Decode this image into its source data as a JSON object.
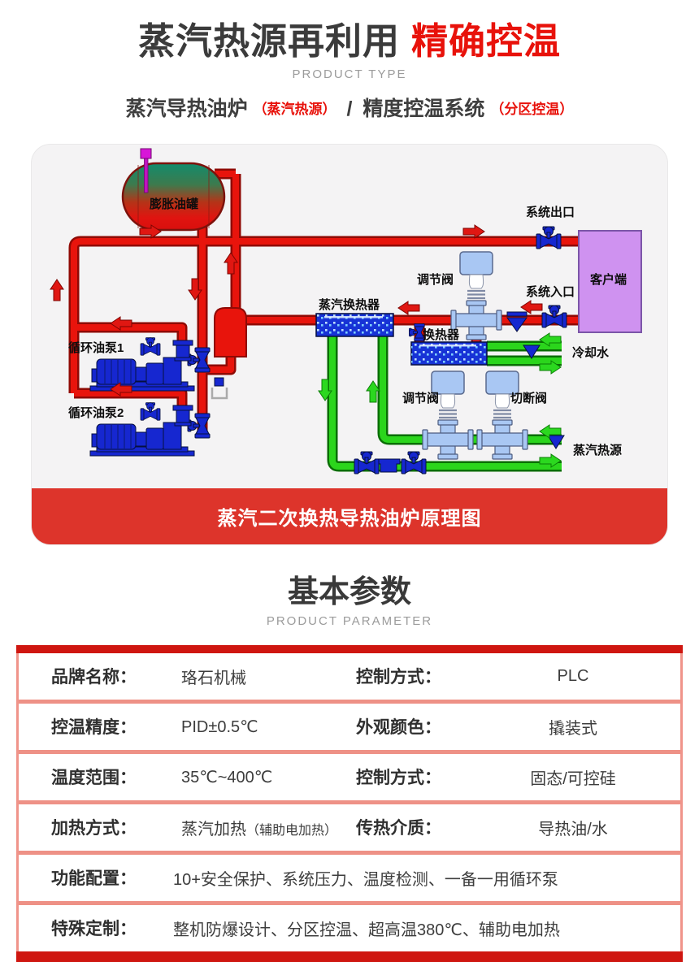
{
  "header": {
    "title_main": "蒸汽热源再利用",
    "title_accent": "精确控温",
    "subtitle": "PRODUCT TYPE",
    "product_line": {
      "name1": "蒸汽导热油炉",
      "note1": "（蒸汽热源）",
      "separator": "/",
      "name2": "精度控温系统",
      "note2": "（分区控温）"
    }
  },
  "diagram": {
    "caption": "蒸汽二次换热导热油炉原理图",
    "labels": {
      "expansion_tank": "膨胀油罐",
      "pump1": "循环油泵1",
      "pump2": "循环油泵2",
      "steam_exchanger": "蒸汽换热器",
      "exchanger": "换热器",
      "regulating_valve_top": "调节阀",
      "system_outlet": "系统出口",
      "system_inlet": "系统入口",
      "client": "客户端",
      "cooling_water": "冷却水",
      "regulating_valve_bottom": "调节阀",
      "cutoff_valve": "切断阀",
      "steam_source": "蒸汽热源"
    },
    "colors": {
      "hot_oil_pipe": "#e8140c",
      "steam_water_pipe": "#2bd51c",
      "equipment_blue": "#1627d0",
      "control_valve_blue": "#a9c7f3",
      "client_purple": "#cf92f0",
      "caption_band_red": "#dd342b",
      "panel_background": "#f4f3f4"
    }
  },
  "params": {
    "title": "基本参数",
    "subtitle": "PRODUCT PARAMETER",
    "accent_color": "#cf1610",
    "rows": [
      {
        "label1": "品牌名称：",
        "value1": "珞石机械",
        "label2": "控制方式：",
        "value2": "PLC"
      },
      {
        "label1": "控温精度：",
        "value1": "PID±0.5℃",
        "label2": "外观颜色：",
        "value2": "撬装式"
      },
      {
        "label1": "温度范围：",
        "value1": "35℃~400℃",
        "label2": "控制方式：",
        "value2": "固态/可控硅"
      },
      {
        "label1": "加热方式：",
        "value1": "蒸汽加热",
        "value1_note": "（辅助电加热）",
        "label2": "传热介质：",
        "value2": "导热油/水"
      },
      {
        "label": "功能配置：",
        "value": "10+安全保护、系统压力、温度检测、一备一用循环泵"
      },
      {
        "label": "特殊定制：",
        "value": "整机防爆设计、分区控温、超高温380℃、辅助电加热"
      }
    ]
  }
}
